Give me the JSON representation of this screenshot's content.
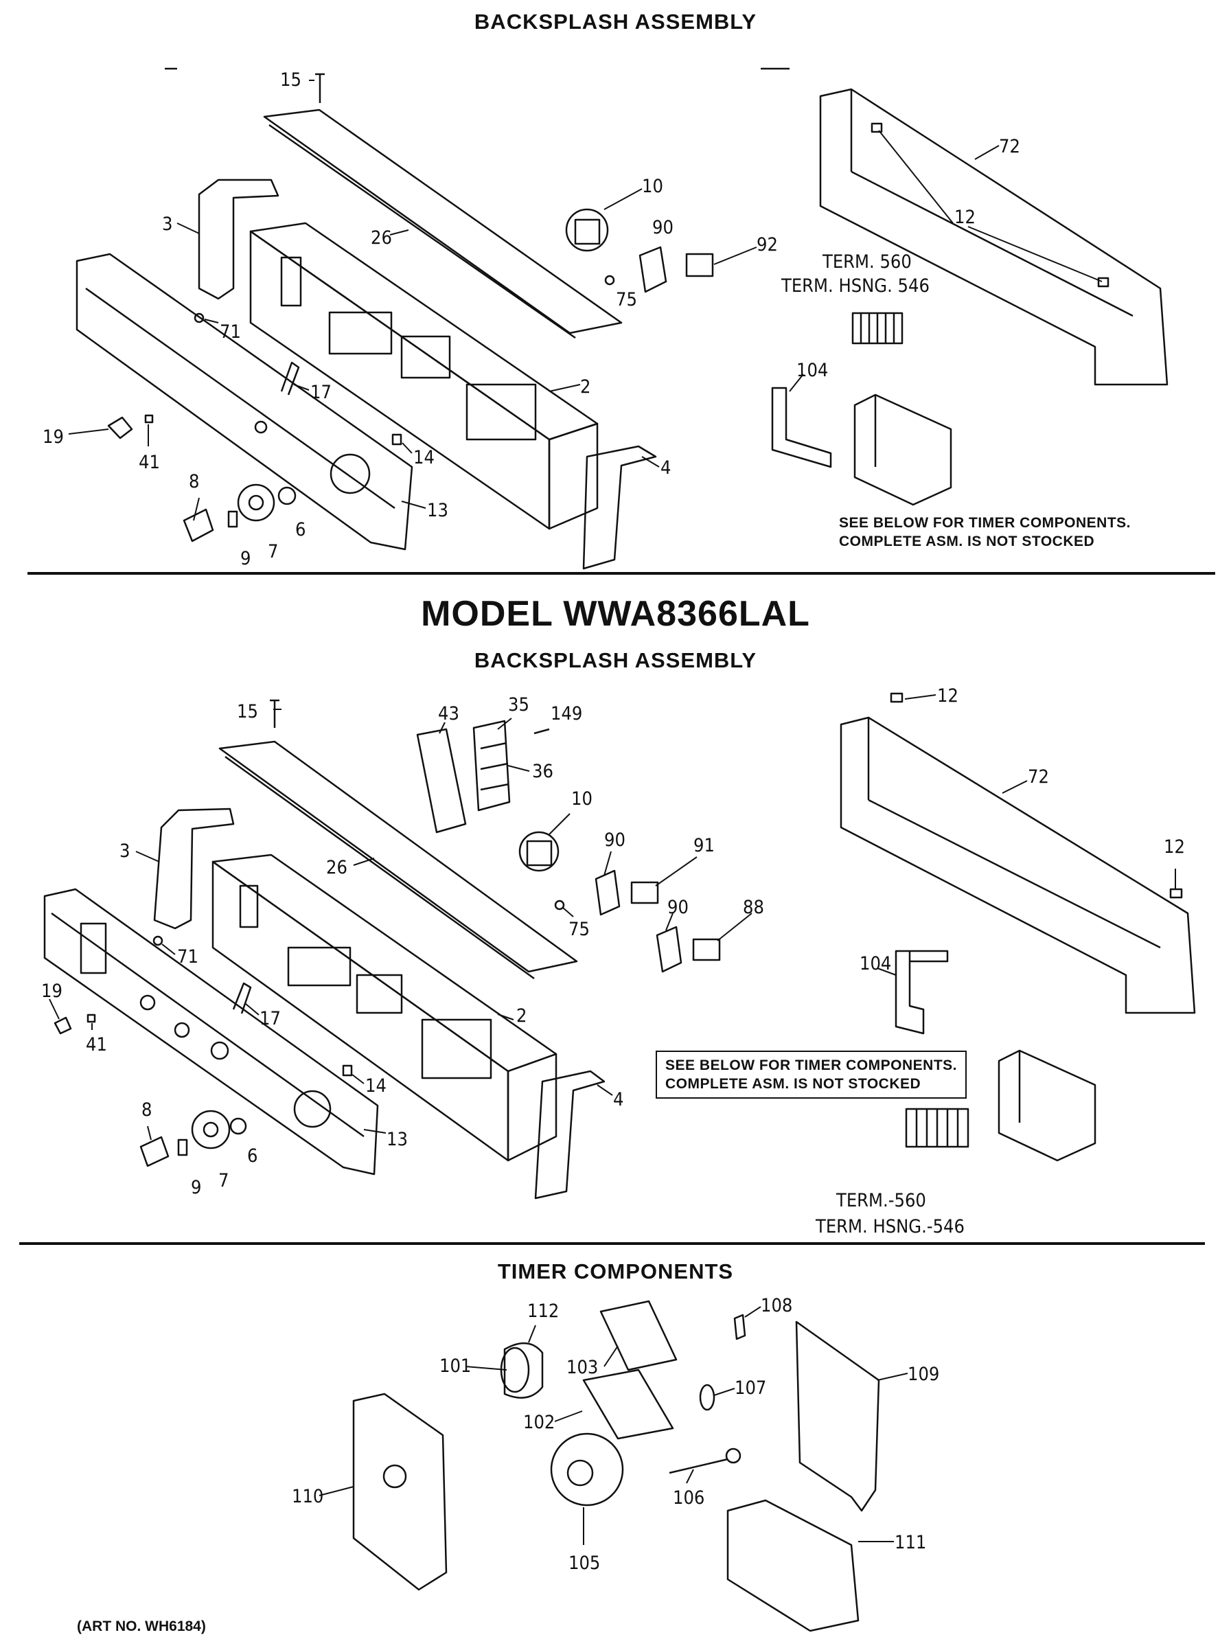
{
  "section1": {
    "heading": "BACKSPLASH ASSEMBLY",
    "callouts": {
      "c15": "15",
      "c26": "26",
      "c3": "3",
      "c10": "10",
      "c90": "90",
      "c92": "92",
      "c75": "75",
      "c72": "72",
      "c12": "12",
      "c71": "71",
      "c17": "17",
      "c2": "2",
      "c19": "19",
      "c41": "41",
      "c14": "14",
      "c4": "4",
      "c8": "8",
      "c6": "6",
      "c13": "13",
      "c9": "9",
      "c7": "7",
      "c104": "104"
    },
    "term_line1": "TERM. 560",
    "term_line2": "TERM. HSNG. 546",
    "note_line1": "SEE BELOW FOR TIMER COMPONENTS.",
    "note_line2": "COMPLETE ASM. IS NOT STOCKED"
  },
  "section2": {
    "model_title": "MODEL WWA8366LAL",
    "heading": "BACKSPLASH ASSEMBLY",
    "callouts": {
      "c15": "15",
      "c43": "43",
      "c35": "35",
      "c149": "149",
      "c36": "36",
      "c12a": "12",
      "c72": "72",
      "c10": "10",
      "c3": "3",
      "c26": "26",
      "c90a": "90",
      "c91": "91",
      "c12b": "12",
      "c75": "75",
      "c90b": "90",
      "c88": "88",
      "c71": "71",
      "c104": "104",
      "c19": "19",
      "c17": "17",
      "c2": "2",
      "c41": "41",
      "c14": "14",
      "c4": "4",
      "c8": "8",
      "c13": "13",
      "c6": "6",
      "c9": "9",
      "c7": "7"
    },
    "note_line1": "SEE BELOW FOR TIMER COMPONENTS.",
    "note_line2": "COMPLETE ASM. IS NOT STOCKED",
    "term_line1": "TERM.-560",
    "term_line2": "TERM. HSNG.-546"
  },
  "section3": {
    "heading": "TIMER COMPONENTS",
    "callouts": {
      "c112": "112",
      "c108": "108",
      "c101": "101",
      "c103": "103",
      "c109": "109",
      "c107": "107",
      "c102": "102",
      "c110": "110",
      "c106": "106",
      "c111": "111",
      "c105": "105"
    }
  },
  "art_no": "(ART NO. WH6184)"
}
